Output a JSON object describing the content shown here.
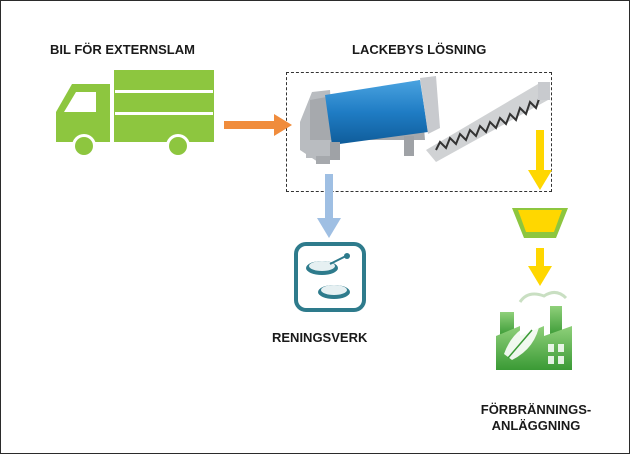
{
  "labels": {
    "truck": "BIL FÖR EXTERNSLAM",
    "solution": "LACKEBYS LÖSNING",
    "wastewater_plant": "RENINGSVERK",
    "incineration_line1": "FÖRBRÄNNINGS-",
    "incineration_line2": "ANLÄGGNING"
  },
  "colors": {
    "truck_green": "#8dc63f",
    "orange_arrow": "#f08c3c",
    "blue_arrow": "#9fbfe3",
    "yellow_arrow": "#ffd700",
    "drum_blue": "#1f7cc4",
    "machine_grey": "#b9bcc0",
    "wwtp_icon": "#2e7b8c",
    "factory_green": "#4fa83d"
  },
  "icons": [
    "truck-icon",
    "dewatering-machine-icon",
    "screw-conveyor-icon",
    "container-icon",
    "wastewater-plant-icon",
    "factory-icon"
  ]
}
